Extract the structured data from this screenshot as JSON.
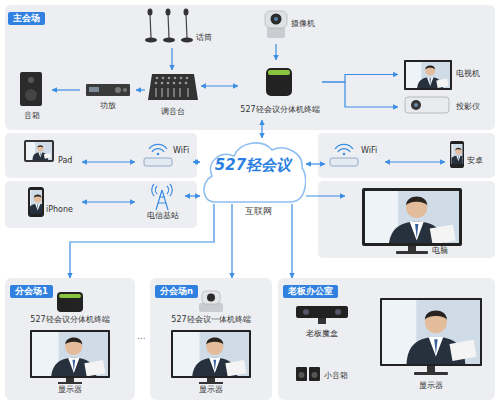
{
  "diagram": {
    "nodes": [
      {
        "text": [
          "主会场"
        ]
      },
      {
        "text": [
          "话筒"
        ],
        "in": 0
      },
      {
        "text": [
          "摄像机"
        ],
        "in": 0
      },
      {
        "text": [
          "音箱"
        ],
        "in": 0
      },
      {
        "text": [
          "功放"
        ],
        "in": 0
      },
      {
        "text": [
          "调音台"
        ],
        "in": 0
      },
      {
        "text": [
          "527轻会议分体机终端"
        ],
        "in": 0
      },
      {
        "text": [
          "电视机"
        ],
        "in": 0
      },
      {
        "text": [
          "投影仪"
        ],
        "in": 0
      },
      {
        "text": [
          "Pad"
        ]
      },
      {
        "text": [
          "WiFi"
        ]
      },
      {
        "text": [
          "WiFi"
        ]
      },
      {
        "text": [
          "安卓"
        ]
      },
      {
        "text": [
          "iPhone"
        ]
      },
      {
        "text": [
          "电信基站"
        ]
      },
      {
        "text": [
          "527轻会议",
          "互联网"
        ]
      },
      {
        "text": [
          "电脑"
        ]
      },
      {
        "text": [
          "分会场1"
        ]
      },
      {
        "text": [
          "527轻会议分体机终端"
        ],
        "in": 17
      },
      {
        "text": [
          "显示器"
        ],
        "in": 17
      },
      {
        "text": [
          "分会场n"
        ]
      },
      {
        "text": [
          "527轻会议一体机终端"
        ],
        "in": 20
      },
      {
        "text": [
          "显示器"
        ],
        "in": 20
      },
      {
        "text": [
          "老板办公室"
        ]
      },
      {
        "text": [
          "老板魔盒"
        ],
        "in": 23
      },
      {
        "text": [
          "小音箱"
        ],
        "in": 23
      },
      {
        "text": [
          "显示器"
        ],
        "in": 23
      }
    ],
    "edges": [
      {
        "from": 1,
        "to": 5,
        "arrow": "to"
      },
      {
        "from": 5,
        "to": 4,
        "arrow": "to"
      },
      {
        "from": 4,
        "to": 3,
        "arrow": "to"
      },
      {
        "from": 2,
        "to": 6,
        "arrow": "to"
      },
      {
        "from": 5,
        "to": 6,
        "arrow": "both"
      },
      {
        "from": 6,
        "to": 7,
        "arrow": "to"
      },
      {
        "from": 6,
        "to": 8,
        "arrow": "to"
      },
      {
        "from": 15,
        "to": 6,
        "arrow": "both"
      },
      {
        "from": 9,
        "to": 10,
        "arrow": "both"
      },
      {
        "from": 10,
        "to": 15,
        "arrow": "both"
      },
      {
        "from": 13,
        "to": 14,
        "arrow": "both"
      },
      {
        "from": 14,
        "to": 15,
        "arrow": "both"
      },
      {
        "from": 15,
        "to": 11,
        "arrow": "both"
      },
      {
        "from": 11,
        "to": 12,
        "arrow": "both"
      },
      {
        "from": 15,
        "to": 16,
        "arrow": "to"
      },
      {
        "from": 15,
        "to": 17,
        "arrow": "to"
      },
      {
        "from": 15,
        "to": 20,
        "arrow": "to"
      },
      {
        "from": 15,
        "to": 23,
        "arrow": "to"
      }
    ],
    "labels": [
      "..."
    ]
  }
}
